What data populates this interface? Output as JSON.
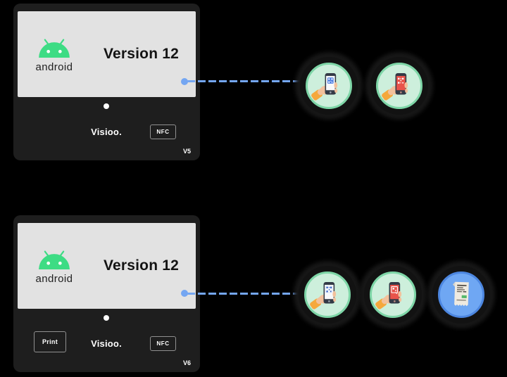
{
  "colors": {
    "background": "#000000",
    "device_body": "#1E1E1E",
    "device_screen": "#E2E2E2",
    "android_green": "#3DDC84",
    "connector_blue": "#74A6F2",
    "mint_fill": "#CDEFDC",
    "mint_ring": "#7ED6A7",
    "blue_fill": "#6FA7F3",
    "blue_ring": "#4C86E0"
  },
  "devices": [
    {
      "corner_label": "V5",
      "os_wordmark": "android",
      "version": "Version 12",
      "brand": "Visioo.",
      "nfc_button": "NFC",
      "feature_icons": [
        "phone-scanning-blue-qr-icon",
        "phone-scanning-red-qr-icon"
      ]
    },
    {
      "corner_label": "V6",
      "os_wordmark": "android",
      "version": "Version 12",
      "brand": "Visioo.",
      "print_button": "Print",
      "nfc_button": "NFC",
      "feature_icons": [
        "phone-scanning-blue-qr-icon",
        "phone-scanning-red-qr-icon",
        "receipt-icon"
      ]
    }
  ]
}
